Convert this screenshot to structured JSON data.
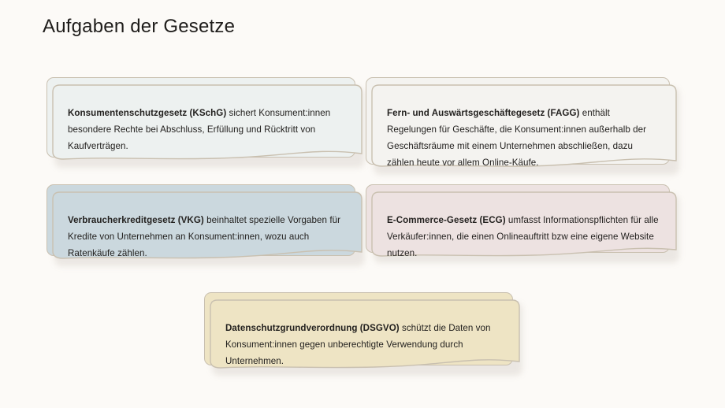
{
  "page": {
    "title": "Aufgaben der Gesetze",
    "background_color": "#FCFAF7",
    "text_color": "#22201E",
    "border_color": "#C9C0B0"
  },
  "cards": [
    {
      "id": "kschg",
      "term": "Konsumentenschutzgesetz (KSchG)",
      "description": " sichert Konsument:innen besondere Rechte bei Abschluss, Erfüllung und Rücktritt von Kaufverträgen.",
      "fill_color": "#EDF1F0"
    },
    {
      "id": "fagg",
      "term": "Fern- und Auswärtsgeschäftegesetz (FAGG)",
      "description": " enthält Regelungen für Geschäfte, die Konsument:innen außerhalb der Geschäftsräume mit einem Unternehmen abschließen, dazu zählen heute vor allem Online-Käufe.",
      "fill_color": "#F4F3F0"
    },
    {
      "id": "vkg",
      "term": "Verbraucherkreditgesetz (VKG)",
      "description": " beinhaltet spezielle Vorgaben für Kredite von Unternehmen an Konsument:innen, wozu auch Ratenkäufe zählen.",
      "fill_color": "#CBD8DE"
    },
    {
      "id": "ecg",
      "term": "E-Commerce-Gesetz (ECG)",
      "description": " umfasst Informationspflichten für alle Verkäufer:innen, die einen Onlineauftritt bzw eine eigene Website nutzen.",
      "fill_color": "#EDE2E1"
    },
    {
      "id": "dsgvo",
      "term": "Datenschutzgrundverordnung (DSGVO)",
      "description": " schützt die Daten von Konsument:innen gegen unberechtigte Verwendung durch Unternehmen.",
      "fill_color": "#EEE4C4"
    }
  ]
}
